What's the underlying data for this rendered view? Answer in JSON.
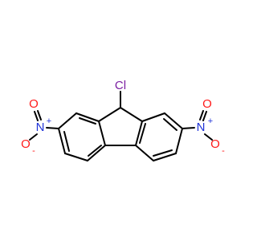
{
  "molecule": {
    "atoms": {
      "cl": "Cl",
      "left_n": "N",
      "right_n": "N",
      "left_o_top": "O",
      "left_o_bottom": "O",
      "right_o_top": "O",
      "right_o_bottom": "O"
    },
    "charges": {
      "left_n_plus": "+",
      "left_o_minus": "-",
      "right_n_plus": "+",
      "right_o_minus": "-"
    }
  },
  "colors": {
    "bond": "#000000",
    "chlorine": "#7b1fa2",
    "nitrogen": "#1f33d8",
    "oxygen": "#ff1a1a"
  }
}
